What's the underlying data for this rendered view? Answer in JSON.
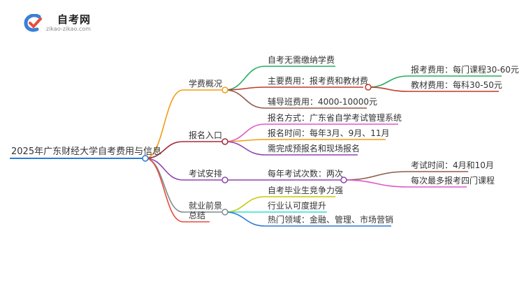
{
  "brand": {
    "name": "自考网",
    "url": "zikao-zikao.com",
    "logo_colors": [
      "#3b7fd6",
      "#e74c3c"
    ]
  },
  "mindmap": {
    "root": "2025年广东财经大学自考费用与信息",
    "branches": [
      {
        "label": "学费概况",
        "color": "#f39c12",
        "children": [
          {
            "label": "自考无需缴纳学费",
            "color": "#27ae60"
          },
          {
            "label": "主要费用：报考费和教材费",
            "color": "#c0392b",
            "children": [
              {
                "label": "报考费用：每门课程30-60元",
                "color": "#27ae60"
              },
              {
                "label": "教材费用：每科30-50元",
                "color": "#c0392b"
              }
            ]
          },
          {
            "label": "辅导班费用：4000-10000元",
            "color": "#8e5a4a"
          }
        ]
      },
      {
        "label": "报名入口",
        "color": "#a52a3a",
        "children": [
          {
            "label": "报名方式：广东省自学考试管理系统",
            "color": "#e056c8"
          },
          {
            "label": "报名时间：每年3月、9月、11月",
            "color": "#f39c12"
          },
          {
            "label": "需完成预报名和现场报名",
            "color": "#8e44ad"
          }
        ]
      },
      {
        "label": "考试安排",
        "color": "#8e44ad",
        "children": [
          {
            "label": "每年考试次数：两次",
            "color": "#8e44ad",
            "children": [
              {
                "label": "考试时间：4月和10月",
                "color": "#8e5a4a"
              },
              {
                "label": "每次最多报考四门课程",
                "color": "#e056c8"
              }
            ]
          }
        ]
      },
      {
        "label": "就业前景",
        "color": "#7f8c8d",
        "children": [
          {
            "label": "自考毕业生竞争力强",
            "color": "#c8c800"
          },
          {
            "label": "行业认可度提升",
            "color": "#2ee0d0"
          },
          {
            "label": "热门领域：金融、管理、市场营销",
            "color": "#2b7bd6"
          }
        ]
      },
      {
        "label": "总结",
        "color": "#e74c3c",
        "children": []
      }
    ],
    "root_color": "#2b7bd6"
  }
}
